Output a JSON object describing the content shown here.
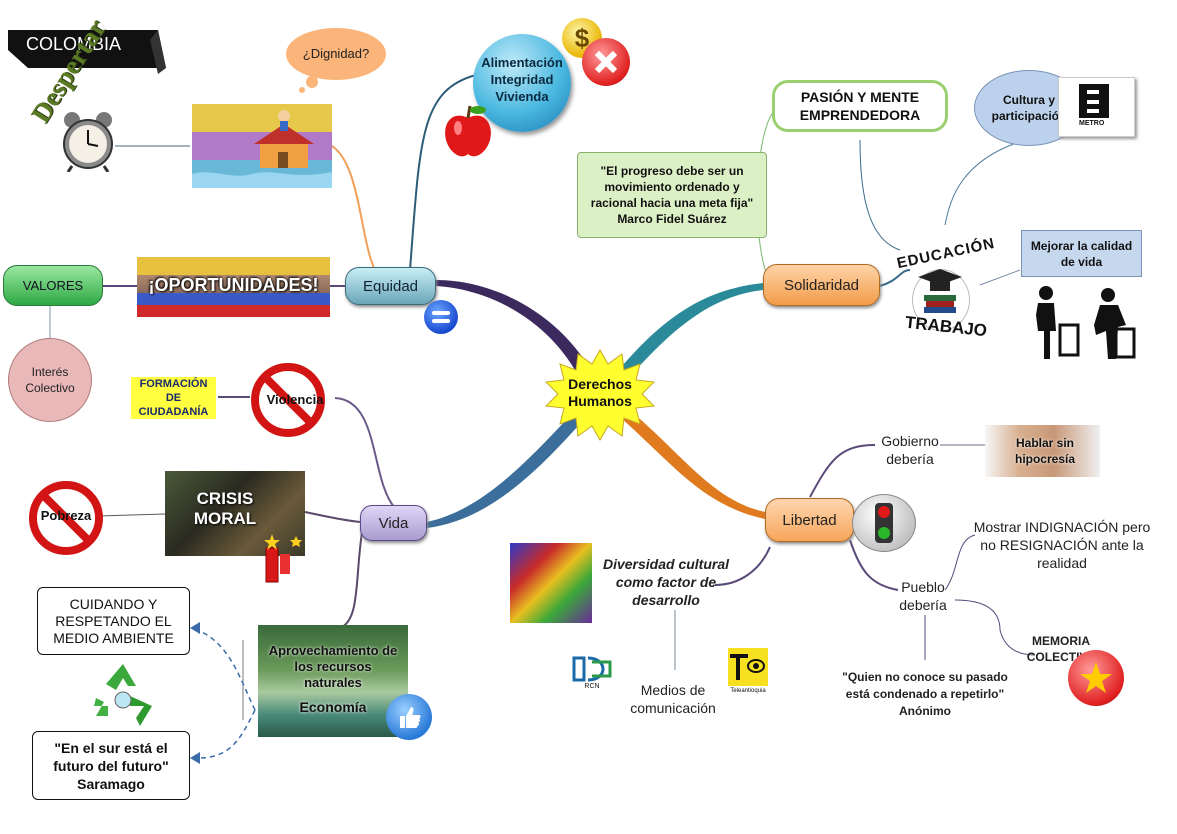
{
  "title": "COLOMBIA",
  "center": "Derechos Humanos",
  "branches": {
    "equidad": "Equidad",
    "vida": "Vida",
    "solidaridad": "Solidaridad",
    "libertad": "Libertad"
  },
  "equidad": {
    "dignidad_bubble": "¿Dignidad?",
    "despertar": "Despertar",
    "alimentacion": "Alimentación Integridad Vivienda",
    "oportunidades": "¡OPORTUNIDADES!",
    "valores": "VALORES",
    "interes": "Interés Colectivo"
  },
  "vida": {
    "formacion": "FORMACIÓN DE CIUDADANÍA",
    "violencia": "Violencia",
    "pobreza": "Pobreza",
    "crisis": "CRISIS MORAL",
    "aprovechamiento": "Aprovechamiento de los recursos naturales",
    "economia": "Economía",
    "cuidando": "CUIDANDO Y RESPETANDO EL MEDIO AMBIENTE",
    "saramago": "\"En el sur está el futuro del futuro\" Saramago"
  },
  "solidaridad": {
    "pasion": "PASIÓN Y MENTE EMPRENDEDORA",
    "quote": "\"El progreso debe ser un movimiento ordenado y racional hacia una meta fija\" Marco Fidel Suárez",
    "cultura": "Cultura y participación",
    "educacion": "EDUCACIÓN",
    "trabajo": "TRABAJO",
    "mejorar": "Mejorar la calidad de vida",
    "metro_logo": "METRO"
  },
  "libertad": {
    "gobierno": "Gobierno debería",
    "hablar": "Hablar sin hipocresía",
    "pueblo": "Pueblo debería",
    "mostrar": "Mostrar INDIGNACIÓN pero no RESIGNACIÓN ante la realidad",
    "memoria": "MEMORIA COLECTIVA",
    "quien": "\"Quien no conoce su pasado está condenado a repetirlo\" Anónimo",
    "diversidad": "Diversidad cultural como factor de desarrollo",
    "medios": "Medios de comunicación",
    "rcn": "RCN",
    "teleantioquia": "Teleantioquia"
  },
  "colors": {
    "equidad": "#6aa6b8",
    "vida": "#a99ccf",
    "solidaridad": "#f29c4a",
    "libertad": "#f6a65a",
    "center": "#ffff33"
  }
}
